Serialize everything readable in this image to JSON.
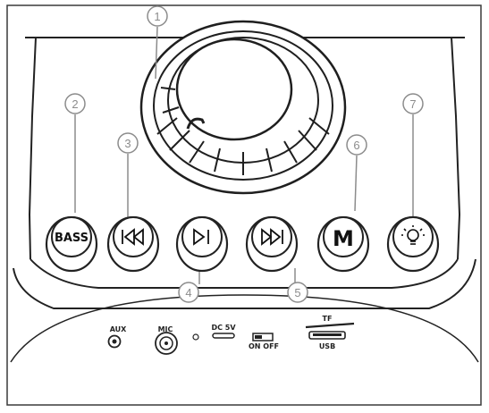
{
  "buttons": {
    "bass": "BASS",
    "mode": "M"
  },
  "callouts": [
    "1",
    "2",
    "3",
    "4",
    "5",
    "6",
    "7"
  ],
  "ports": {
    "aux": "AUX",
    "mic": "MIC",
    "dc": "DC 5V",
    "switch": "ON OFF",
    "tf": "TF",
    "usb": "USB"
  },
  "icons": {
    "knob": "rotary-volume-knob",
    "prev": "previous-track-icon",
    "play": "play-pause-icon",
    "next": "next-track-icon",
    "light": "light-bulb-icon"
  }
}
